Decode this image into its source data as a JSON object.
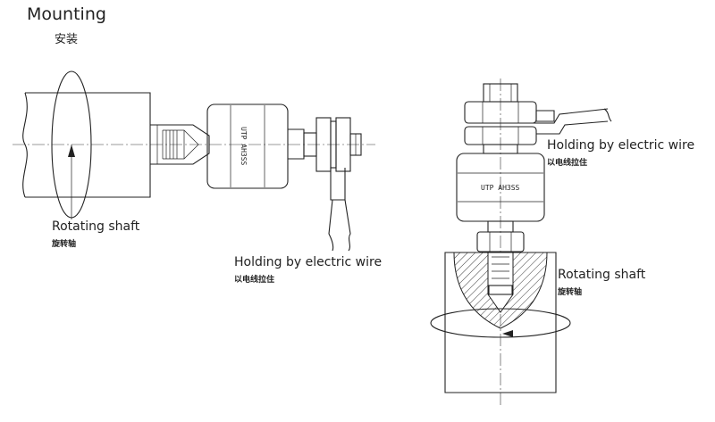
{
  "title": "Mounting",
  "title_zh": "安装",
  "left_view": {
    "rotating_shaft_en": "Rotating shaft",
    "rotating_shaft_zh": "旋转轴",
    "holding_en": "Holding by electric wire",
    "holding_zh": "以电线拉住",
    "brand_mark": "UTP AH3SS"
  },
  "right_view": {
    "holding_en": "Holding by electric wire",
    "holding_zh": "以电线拉住",
    "rotating_shaft_en": "Rotating shaft",
    "rotating_shaft_zh": "旋转轴",
    "brand_mark": "UTP AH3SS"
  }
}
